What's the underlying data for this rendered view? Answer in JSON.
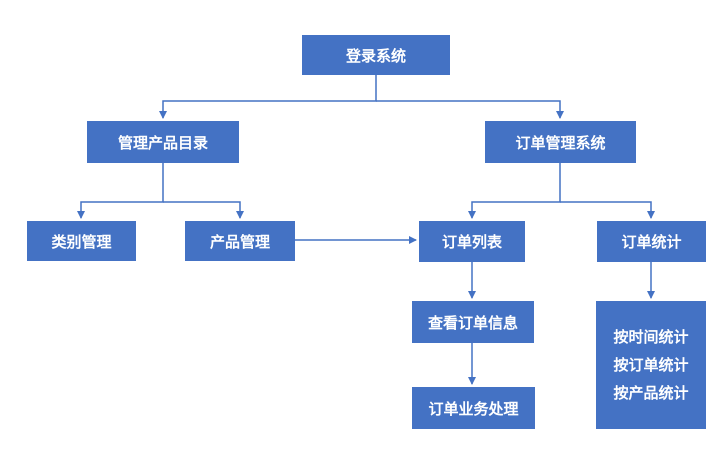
{
  "nodes": {
    "root": "登录系统",
    "product_catalog": "管理产品目录",
    "order_system": "订单管理系统",
    "category_mgmt": "类别管理",
    "product_mgmt": "产品管理",
    "order_list": "订单列表",
    "order_stats": "订单统计",
    "view_order_info": "查看订单信息",
    "order_processing": "订单业务处理",
    "stats_options": [
      "按时间统计",
      "按订单统计",
      "按产品统计"
    ]
  },
  "colors": {
    "node_fill": "#4472c4",
    "connector": "#4472c4",
    "text": "#ffffff"
  }
}
